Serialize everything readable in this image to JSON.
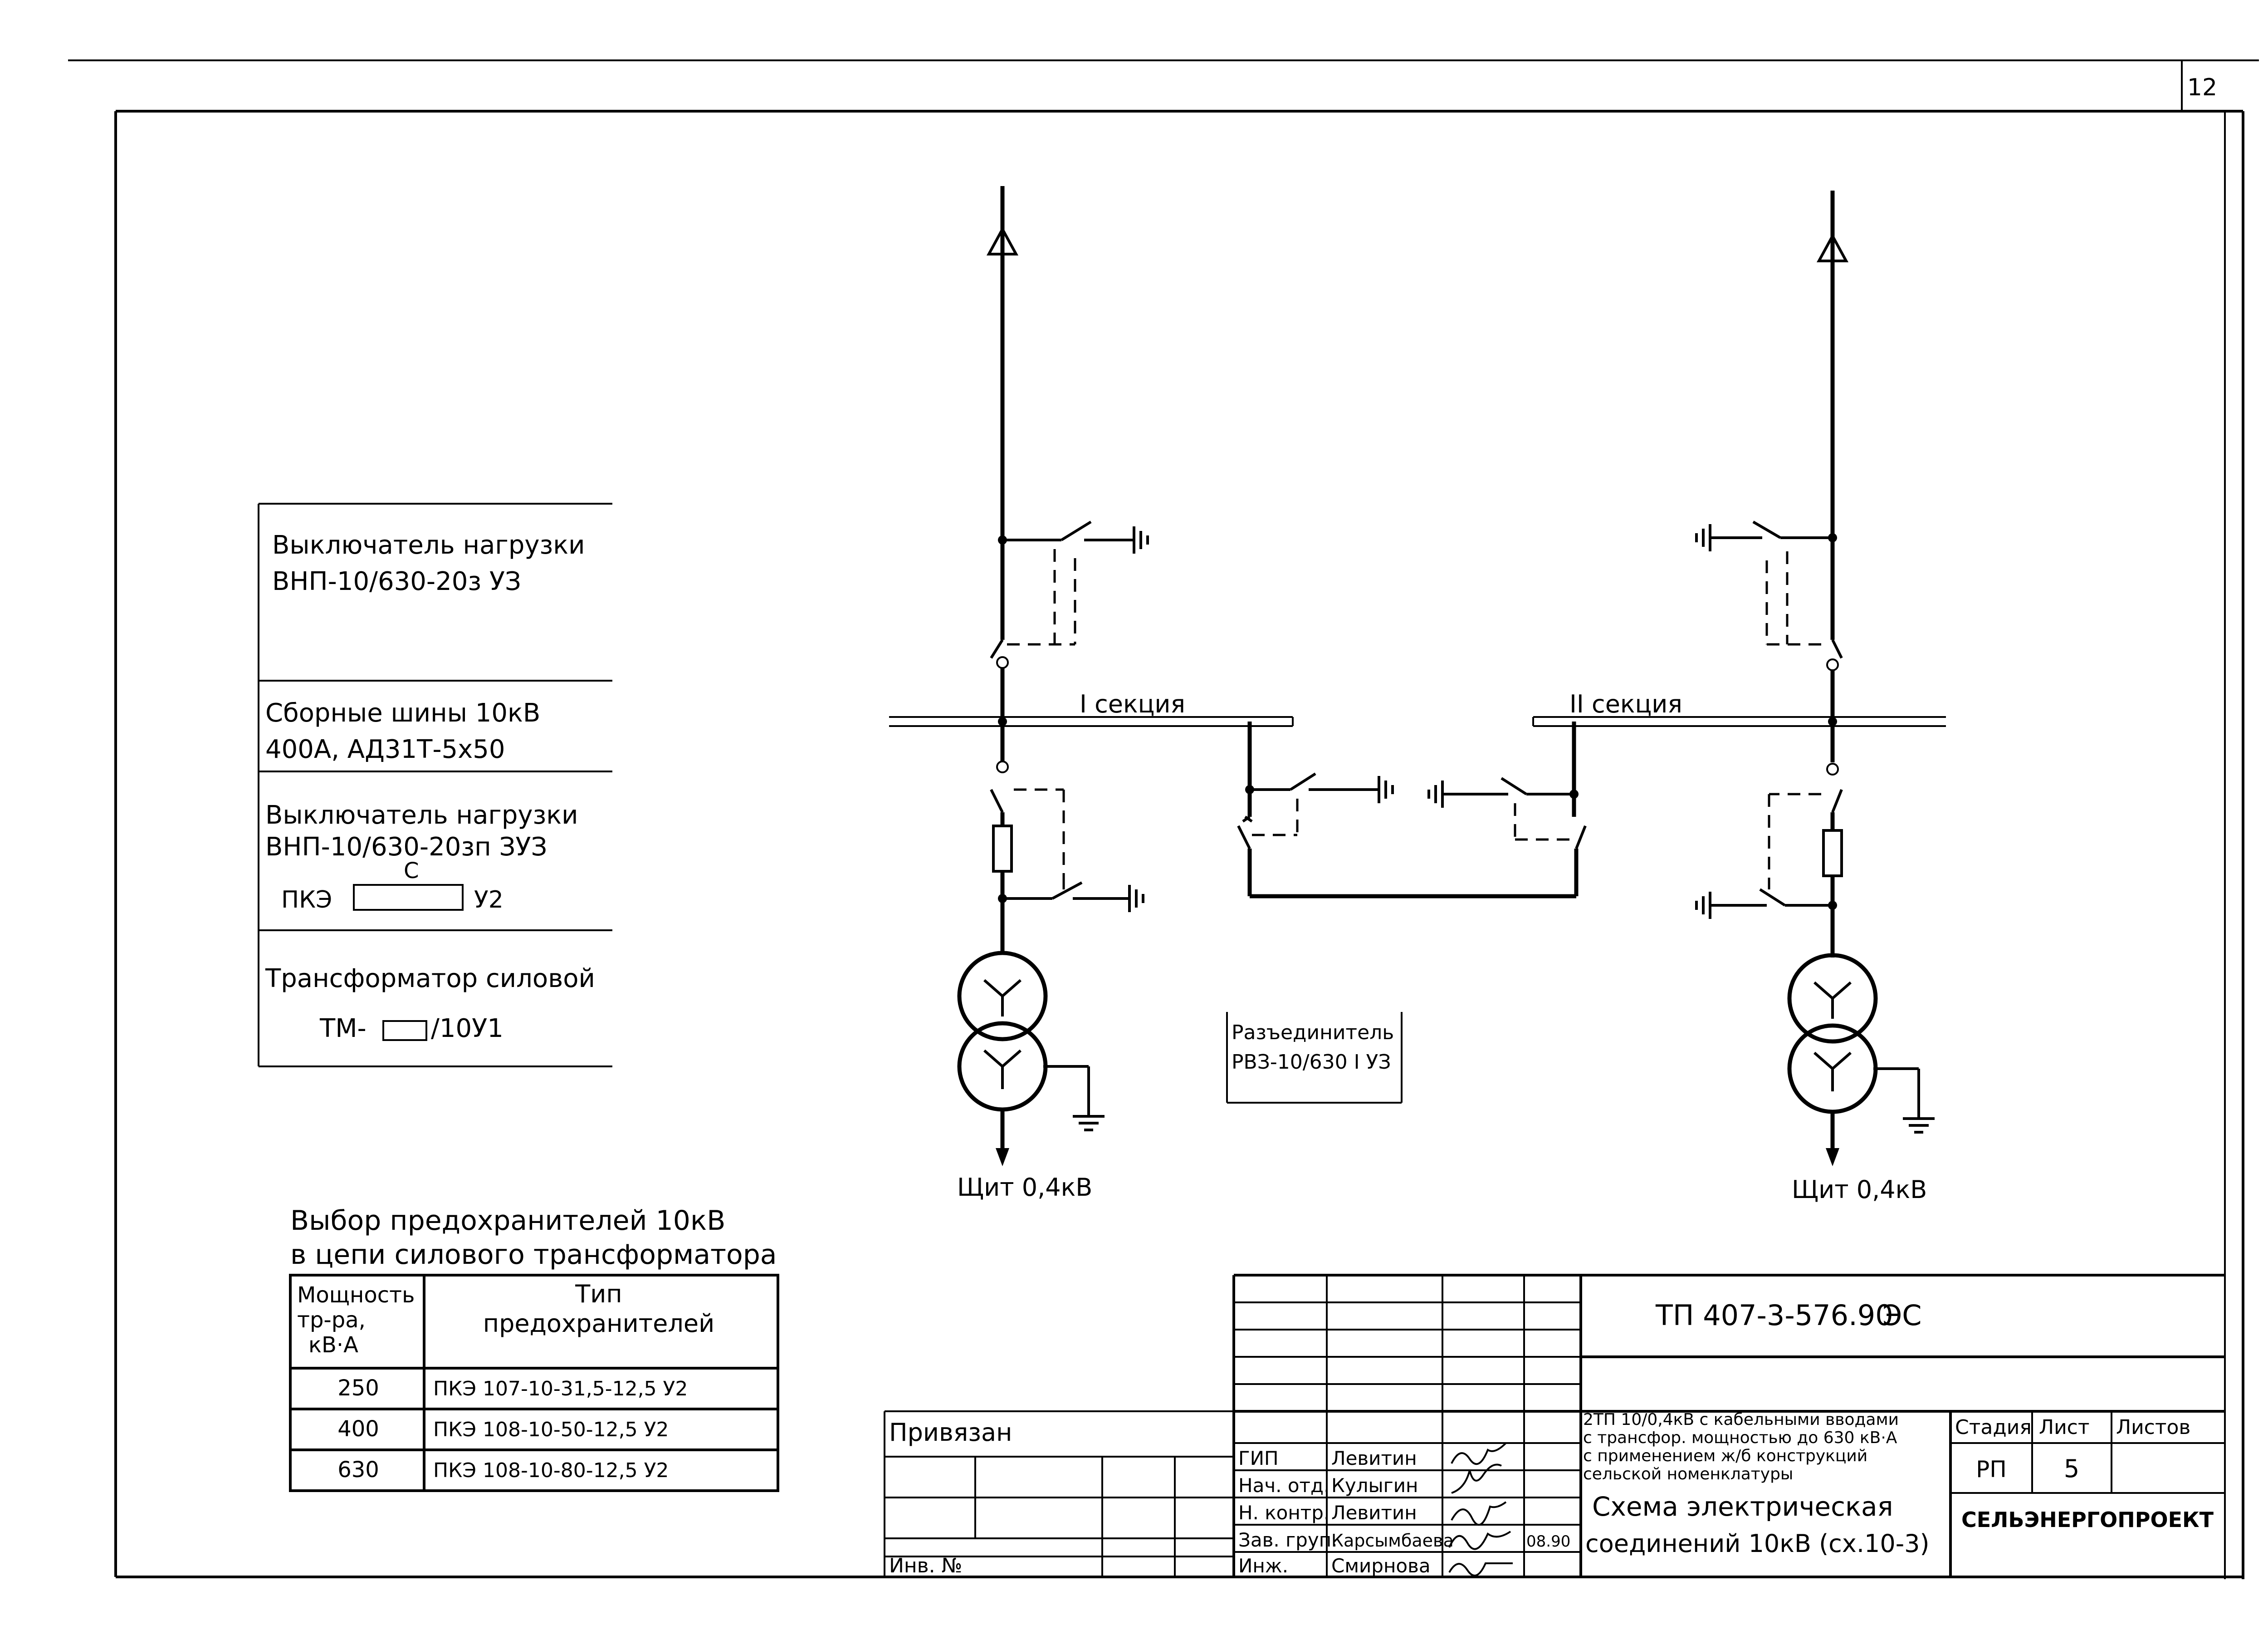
{
  "sheet_corner": "12",
  "legend": {
    "item1": {
      "line1": "Выключатель нагрузки",
      "line2": "ВНП-10/630-20з УЗ"
    },
    "item2": {
      "line1": "Сборные шины 10кВ",
      "line2": "400А, АД31Т-5х50"
    },
    "item3": {
      "line1": "Выключатель нагрузки",
      "line2": "ВНП-10/630-20зп ЗУЗ",
      "sub": "С",
      "pke": "ПКЭ",
      "pke_suffix": "У2"
    },
    "item4": {
      "line1": "Трансформатор силовой",
      "line2_prefix": "ТМ-",
      "line2_suffix": "/10У1"
    }
  },
  "diagram": {
    "section_left": "I секция",
    "section_right": "II секция",
    "disconnector_line1": "Разъединитель",
    "disconnector_line2": "РВЗ-10/630 I УЗ",
    "panel_left": "Щит 0,4кВ",
    "panel_right": "Щит 0,4кВ"
  },
  "fuse_table": {
    "title1": "Выбор предохранителей 10кВ",
    "title2": "в цепи силового трансформатора",
    "header_power": [
      "Мощность",
      "тр-ра,",
      "кВ·А"
    ],
    "header_type": [
      "Тип",
      "предохранителей"
    ],
    "rows": [
      {
        "power": "250",
        "type": "ПКЭ 107-10-31,5-12,5 У2"
      },
      {
        "power": "400",
        "type": "ПКЭ 108-10-50-12,5 У2"
      },
      {
        "power": "630",
        "type": "ПКЭ 108-10-80-12,5 У2"
      }
    ]
  },
  "title_block": {
    "doc_code": "ТП 407-3-576.90",
    "doc_mark": "ЭС",
    "description": [
      "2ТП 10/0,4кВ с кабельными вводами",
      "с трансфор. мощностью до 630 кВ·А",
      "с применением ж/б конструкций",
      "сельской номенклатуры"
    ],
    "drawing_title": [
      "Схема электрическая",
      "соединений 10кВ (сх.10-3)"
    ],
    "stage_label": "Стадия",
    "sheet_label": "Лист",
    "sheets_label": "Листов",
    "stage": "РП",
    "sheet": "5",
    "organization": "СЕЛЬЭНЕРГОПРОЕКТ",
    "privyazan": "Привязан",
    "inv": "Инв. №",
    "date": "08.90",
    "staff": [
      {
        "role": "ГИП",
        "name": "Левитин"
      },
      {
        "role": "Нач. отд.",
        "name": "Кулыгин"
      },
      {
        "role": "Н. контр.",
        "name": "Левитин"
      },
      {
        "role": "Зав. груп.",
        "name": "Карсымбаева"
      },
      {
        "role": "Инж.",
        "name": "Смирнова"
      }
    ]
  }
}
